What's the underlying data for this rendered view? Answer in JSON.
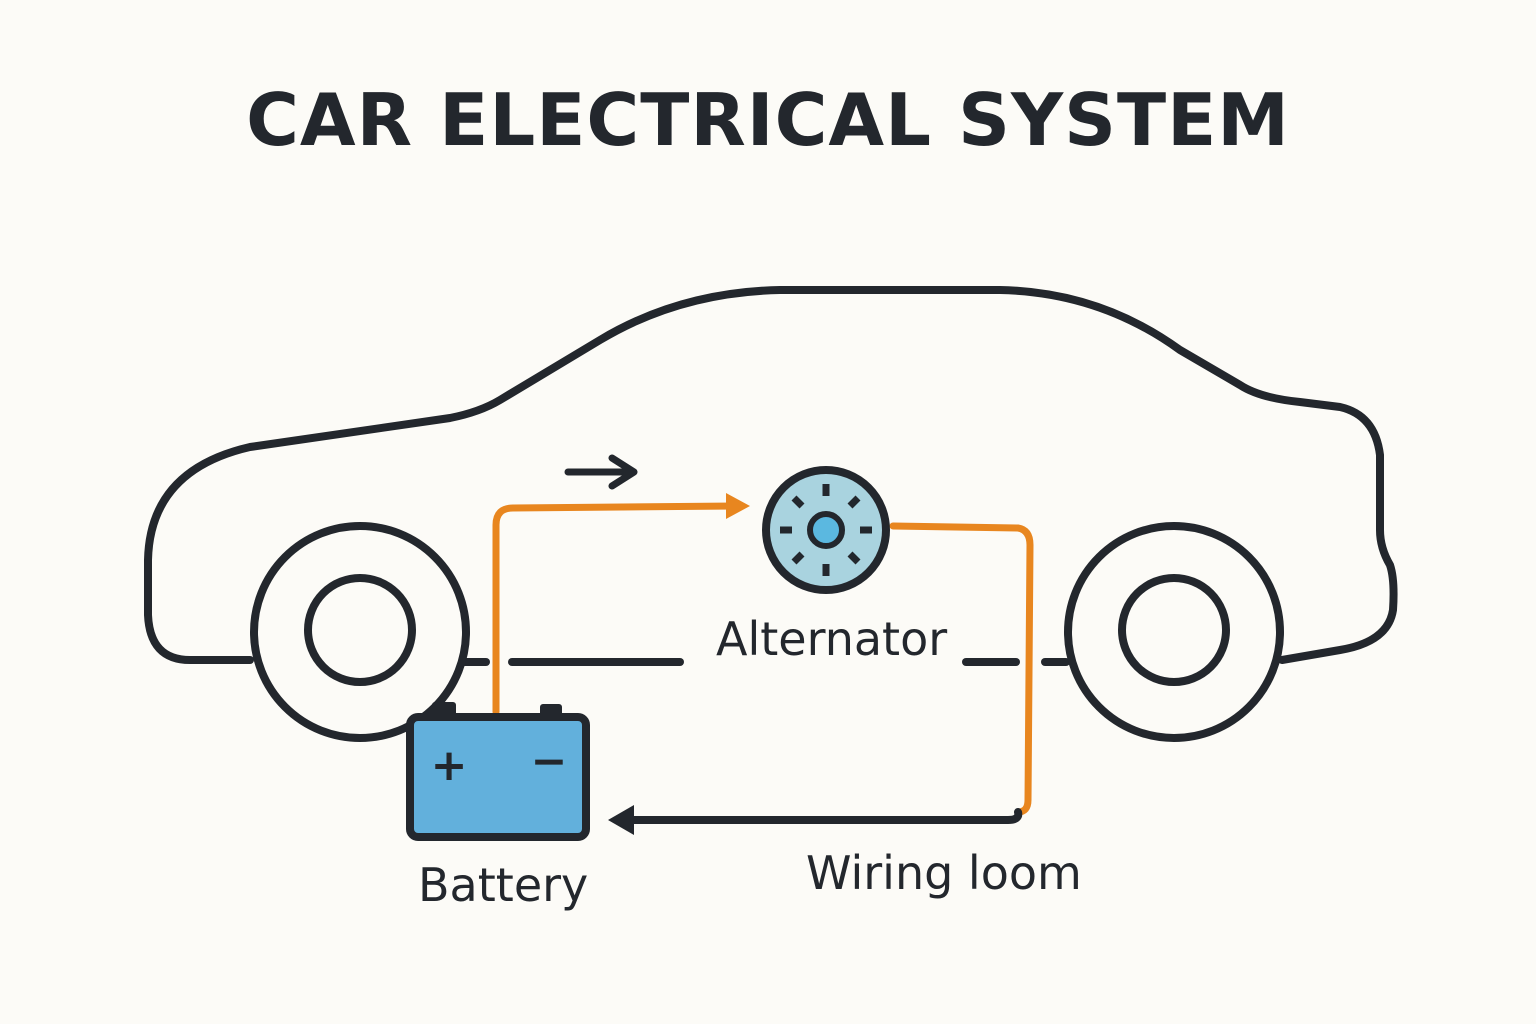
{
  "title": "CAR ELECTRICAL SYSTEM",
  "labels": {
    "alternator": "Alternator",
    "battery": "Battery",
    "wiring_loom": "Wiring loom"
  },
  "battery_terminals": {
    "positive": "+",
    "negative": "−"
  },
  "colors": {
    "background": "#fcfbf7",
    "outline": "#23272d",
    "wire": "#e8861f",
    "battery_fill": "#62b0dc",
    "alternator_fill": "#a9d3df",
    "alternator_center": "#5bb8e0"
  }
}
